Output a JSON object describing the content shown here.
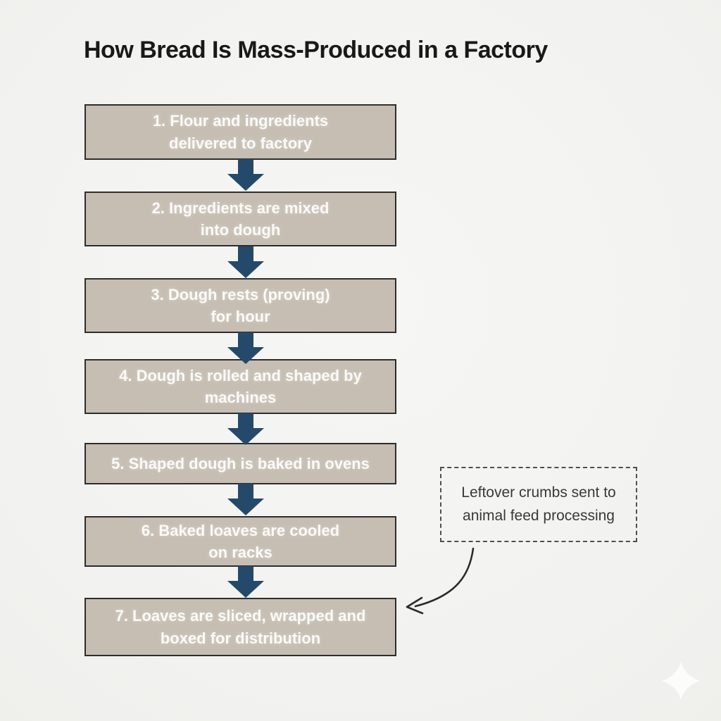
{
  "title": "How Bread Is Mass-Produced in a Factory",
  "steps": [
    {
      "label": "1. Flour and ingredients\ndelivered to factory"
    },
    {
      "label": "2. Ingredients are mixed\ninto dough"
    },
    {
      "label": "3. Dough rests (proving)\nfor hour"
    },
    {
      "label": "4. Dough is rolled and shaped by\nmachines"
    },
    {
      "label": "5. Shaped dough is baked in ovens"
    },
    {
      "label": "6. Baked loaves are cooled\non racks"
    },
    {
      "label": "7. Loaves are sliced, wrapped and\nboxed for distribution"
    }
  ],
  "side_note": {
    "label": "Leftover crumbs sent to\nanimal feed processing"
  },
  "colors": {
    "background": "#f3f3f1",
    "box_fill": "#c6beb3",
    "box_border": "#2f2d2b",
    "box_text": "#fbfaf8",
    "arrow": "#24496b",
    "title_text": "#191919",
    "note_text": "#393939",
    "note_border": "#4f4f4f",
    "curved_arrow": "#2b2b2b",
    "sparkle": "#fcfcfb"
  }
}
